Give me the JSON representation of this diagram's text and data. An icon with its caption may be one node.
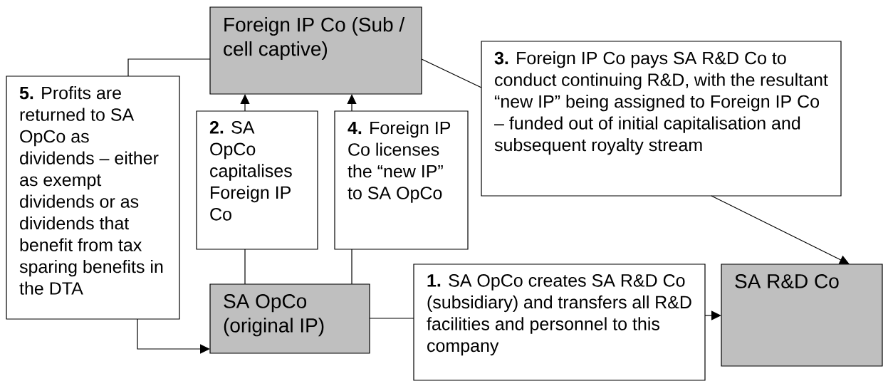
{
  "diagram": {
    "nodes": [
      {
        "text": [
          "Foreign IP Co (Sub / cell captive)"
        ]
      },
      {
        "text": [
          "**5.** Profits are returned to SA OpCo as dividends – either as exempt dividends or as dividends that benefit from tax sparing benefits in the DTA"
        ]
      },
      {
        "text": [
          "**2.** SA OpCo capitalises Foreign IP Co"
        ]
      },
      {
        "text": [
          "**4.** Foreign IP Co licenses the “new IP” to SA OpCo"
        ]
      },
      {
        "text": [
          "**3.** Foreign IP Co pays SA R&D Co to conduct continuing R&D, with the resultant “new IP” being assigned to Foreign IP Co – funded out of initial capitalisation and subsequent royalty stream"
        ]
      },
      {
        "text": [
          "SA OpCo (original IP)"
        ]
      },
      {
        "text": [
          "**1.** SA OpCo creates SA R&D Co (subsidiary) and transfers all R&D facilities and personnel to this company"
        ]
      },
      {
        "text": [
          "SA R&D Co"
        ]
      }
    ],
    "edges": [
      {
        "from": 0,
        "to": 1,
        "arrow": "none"
      },
      {
        "from": 1,
        "to": 5,
        "arrow": "to"
      },
      {
        "from": 5,
        "to": 2,
        "arrow": "none"
      },
      {
        "from": 2,
        "to": 0,
        "arrow": "to"
      },
      {
        "from": 5,
        "to": 3,
        "arrow": "none"
      },
      {
        "from": 3,
        "to": 0,
        "arrow": "to"
      },
      {
        "from": 0,
        "to": 4,
        "arrow": "none"
      },
      {
        "from": 4,
        "to": 7,
        "arrow": "to"
      },
      {
        "from": 5,
        "to": 6,
        "arrow": "none"
      },
      {
        "from": 6,
        "to": 7,
        "arrow": "to"
      }
    ]
  }
}
